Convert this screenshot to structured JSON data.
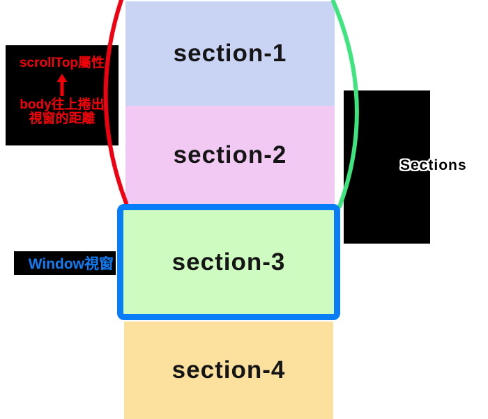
{
  "diagram": {
    "sections": [
      {
        "label": "section-1",
        "color": "#c9d3f4"
      },
      {
        "label": "section-2",
        "color": "#f2c9f3"
      },
      {
        "label": "section-3",
        "color": "#cefcc0"
      },
      {
        "label": "section-4",
        "color": "#fce09e"
      }
    ],
    "viewport": {
      "label": "Window視窗",
      "label_color": "#0f7df5",
      "border_color": "#087df5",
      "bg": "#000000"
    },
    "scrolltop_callout": {
      "bg": "#000000",
      "text_color": "#f50008",
      "title": "scrollTop屬性",
      "arrow_icon": "up-arrow",
      "line1": "body往上捲出",
      "line2": "視窗的距離"
    },
    "right_note": {
      "bg": "#000000",
      "text": "Sections"
    },
    "curves": {
      "left_color": "#f00010",
      "right_color": "#3ee57e"
    }
  }
}
